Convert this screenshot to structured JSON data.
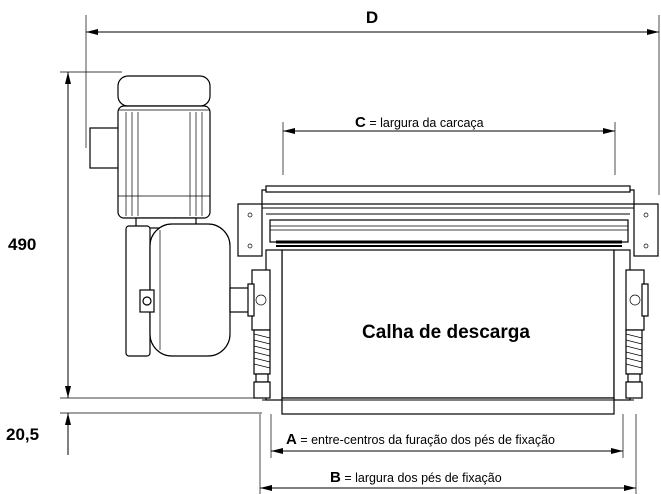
{
  "dimensions": {
    "d_label": "D",
    "c_letter": "C",
    "c_text": " = largura da carcaça",
    "h490": "490",
    "h20": "20,5",
    "a_letter": "A",
    "a_text": " = entre-centros da furação dos pés de fixação",
    "b_letter": "B",
    "b_text": " = largura dos pés de fixação"
  },
  "center_label": "Calha de descarga"
}
